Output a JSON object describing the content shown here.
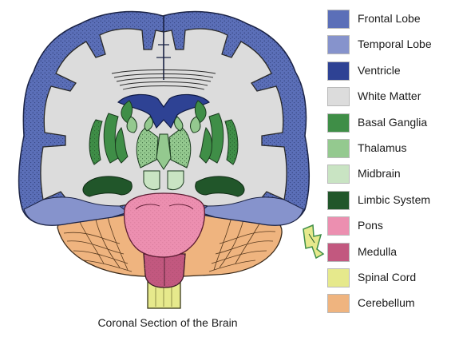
{
  "caption": "Coronal Section of the Brain",
  "legend": [
    {
      "label": "Frontal Lobe",
      "color": "#5b6fb8"
    },
    {
      "label": "Temporal Lobe",
      "color": "#8693cc"
    },
    {
      "label": "Ventricle",
      "color": "#2e4294"
    },
    {
      "label": "White Matter",
      "color": "#dcdcdc"
    },
    {
      "label": "Basal Ganglia",
      "color": "#3f8e47"
    },
    {
      "label": "Thalamus",
      "color": "#94c98f"
    },
    {
      "label": "Midbrain",
      "color": "#c9e4c3"
    },
    {
      "label": "Limbic System",
      "color": "#21562a"
    },
    {
      "label": "Pons",
      "color": "#ec8fb0"
    },
    {
      "label": "Medulla",
      "color": "#c2587f"
    },
    {
      "label": "Spinal Cord",
      "color": "#e6e98c"
    },
    {
      "label": "Cerebellum",
      "color": "#efb47f"
    }
  ]
}
